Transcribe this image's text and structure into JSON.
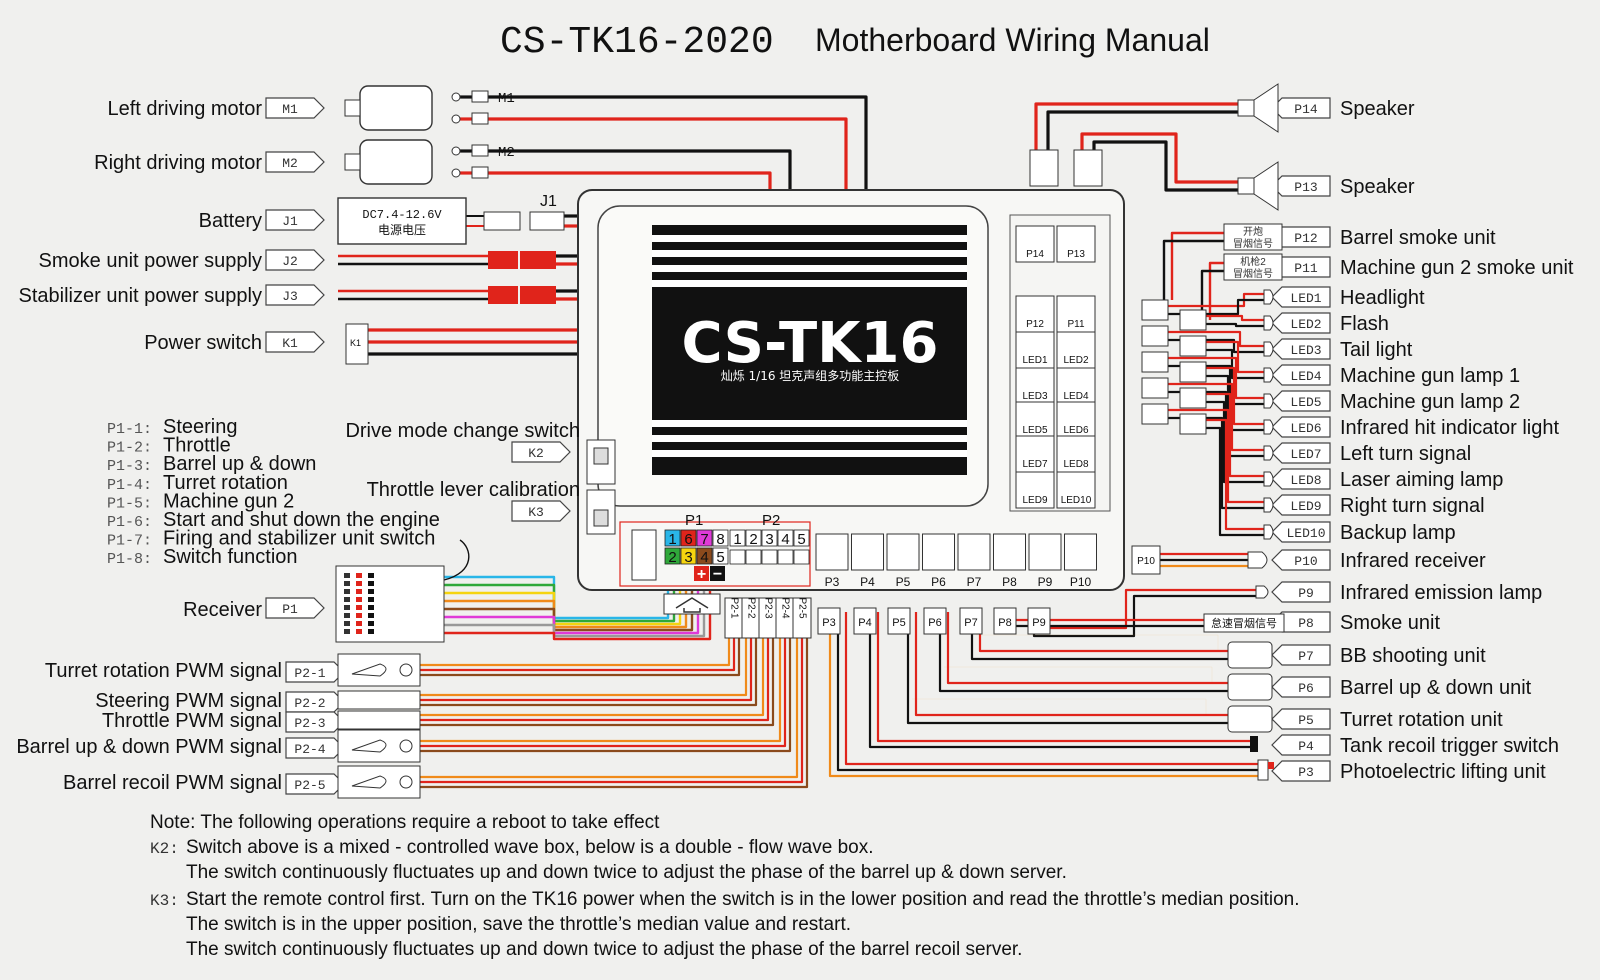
{
  "title": "CS-TK16-2020",
  "title_suffix": "Motherboard Wiring Manual",
  "board": {
    "name": "CS-TK16",
    "subtitle": "灿烁 1/16 坦克声组多功能主控板",
    "p1_header": "P1",
    "p2_header": "P2",
    "p1_pins": [
      "1",
      "6",
      "7",
      "8",
      "2",
      "3",
      "4",
      "5"
    ],
    "p2_pins": [
      "1",
      "2",
      "3",
      "4",
      "5"
    ],
    "plus": "+",
    "minus": "−",
    "bottom_ports": [
      "P3",
      "P4",
      "P5",
      "P6",
      "P7",
      "P8",
      "P9",
      "P10"
    ],
    "right_ports": [
      "P14",
      "P13",
      "P12",
      "P11",
      "LED1",
      "LED2",
      "LED3",
      "LED4",
      "LED5",
      "LED6",
      "LED7",
      "LED8",
      "LED9",
      "LED10"
    ]
  },
  "left_items": [
    {
      "label": "Left driving motor",
      "tag": "M1"
    },
    {
      "label": "Right driving motor",
      "tag": "M2"
    },
    {
      "label": "Battery",
      "tag": "J1"
    },
    {
      "label": "Smoke unit power supply",
      "tag": "J2"
    },
    {
      "label": "Stabilizer unit power supply",
      "tag": "J3"
    },
    {
      "label": "Power switch",
      "tag": "K1"
    }
  ],
  "motor_wire_tags": [
    "M1",
    "M2"
  ],
  "battery_text": [
    "DC7.4-12.6V",
    "电源电压"
  ],
  "j1_label": "J1",
  "k1_text": "K1",
  "switches": [
    {
      "label": "Drive mode change switch",
      "tag": "K2"
    },
    {
      "label": "Throttle lever calibration",
      "tag": "K3"
    }
  ],
  "p1_list": [
    {
      "code": "P1-1:",
      "label": "Steering"
    },
    {
      "code": "P1-2:",
      "label": "Throttle"
    },
    {
      "code": "P1-3:",
      "label": "Barrel up & down"
    },
    {
      "code": "P1-4:",
      "label": "Turret rotation"
    },
    {
      "code": "P1-5:",
      "label": "Machine gun 2"
    },
    {
      "code": "P1-6:",
      "label": "Start and shut down the engine"
    },
    {
      "code": "P1-7:",
      "label": "Firing and stabilizer unit switch"
    },
    {
      "code": "P1-8:",
      "label": "Switch function"
    }
  ],
  "receiver": {
    "label": "Receiver",
    "tag": "P1"
  },
  "pwm_items": [
    {
      "label": "Turret rotation PWM signal",
      "tag": "P2-1"
    },
    {
      "label": "Steering PWM signal",
      "tag": "P2-2"
    },
    {
      "label": "Throttle PWM signal",
      "tag": "P2-3"
    },
    {
      "label": "Barrel up & down PWM signal",
      "tag": "P2-4"
    },
    {
      "label": "Barrel recoil PWM signal",
      "tag": "P2-5"
    }
  ],
  "right_items": [
    {
      "label": "Speaker",
      "tag": "P14"
    },
    {
      "label": "Speaker",
      "tag": "P13"
    },
    {
      "label": "Barrel smoke unit",
      "tag": "P12"
    },
    {
      "label": "Machine gun 2 smoke unit",
      "tag": "P11"
    },
    {
      "label": "Headlight",
      "tag": "LED1"
    },
    {
      "label": "Flash",
      "tag": "LED2"
    },
    {
      "label": "Tail light",
      "tag": "LED3"
    },
    {
      "label": "Machine gun lamp 1",
      "tag": "LED4"
    },
    {
      "label": "Machine gun lamp 2",
      "tag": "LED5"
    },
    {
      "label": "Infrared hit indicator light",
      "tag": "LED6"
    },
    {
      "label": "Left turn signal",
      "tag": "LED7"
    },
    {
      "label": "Laser aiming lamp",
      "tag": "LED8"
    },
    {
      "label": "Right turn signal",
      "tag": "LED9"
    },
    {
      "label": "Backup lamp",
      "tag": "LED10"
    },
    {
      "label": "Infrared receiver",
      "tag": "P10"
    },
    {
      "label": "Infrared emission lamp",
      "tag": "P9"
    },
    {
      "label": "Smoke unit",
      "tag": "P8"
    },
    {
      "label": "BB shooting unit",
      "tag": "P7"
    },
    {
      "label": "Barrel up & down unit",
      "tag": "P6"
    },
    {
      "label": "Turret rotation unit",
      "tag": "P5"
    },
    {
      "label": "Tank recoil trigger switch",
      "tag": "P4"
    },
    {
      "label": "Photoelectric lifting unit",
      "tag": "P3"
    }
  ],
  "smoke_signal_boxes": [
    "开炮\n冒烟信号",
    "机枪2\n冒烟信号"
  ],
  "p8_box": "怠速冒烟信号",
  "p10_box": "P10",
  "colors": {
    "red": "#e0241b",
    "black": "#111111",
    "orange": "#f08a1a",
    "brown": "#8b4a1c",
    "yellow": "#f5d40f",
    "green": "#2fa83a",
    "cyan": "#29b6e8",
    "magenta": "#e03ad8"
  },
  "notes": {
    "heading": "Note: The following operations require a reboot to take effect",
    "k2_code": "K2:",
    "k2_lines": [
      "Switch above is a mixed - controlled wave box, below is a double - flow wave box.",
      "The switch continuously fluctuates up and down twice to adjust the phase of the barrel up & down server."
    ],
    "k3_code": "K3:",
    "k3_lines": [
      "Start the remote control first. Turn on the TK16 power when the switch is in the lower position and read the throttle’s median position.",
      "The switch is in the upper position, save the throttle’s median value and restart.",
      "The switch continuously fluctuates up and down twice to adjust the phase of the barrel recoil server."
    ]
  }
}
